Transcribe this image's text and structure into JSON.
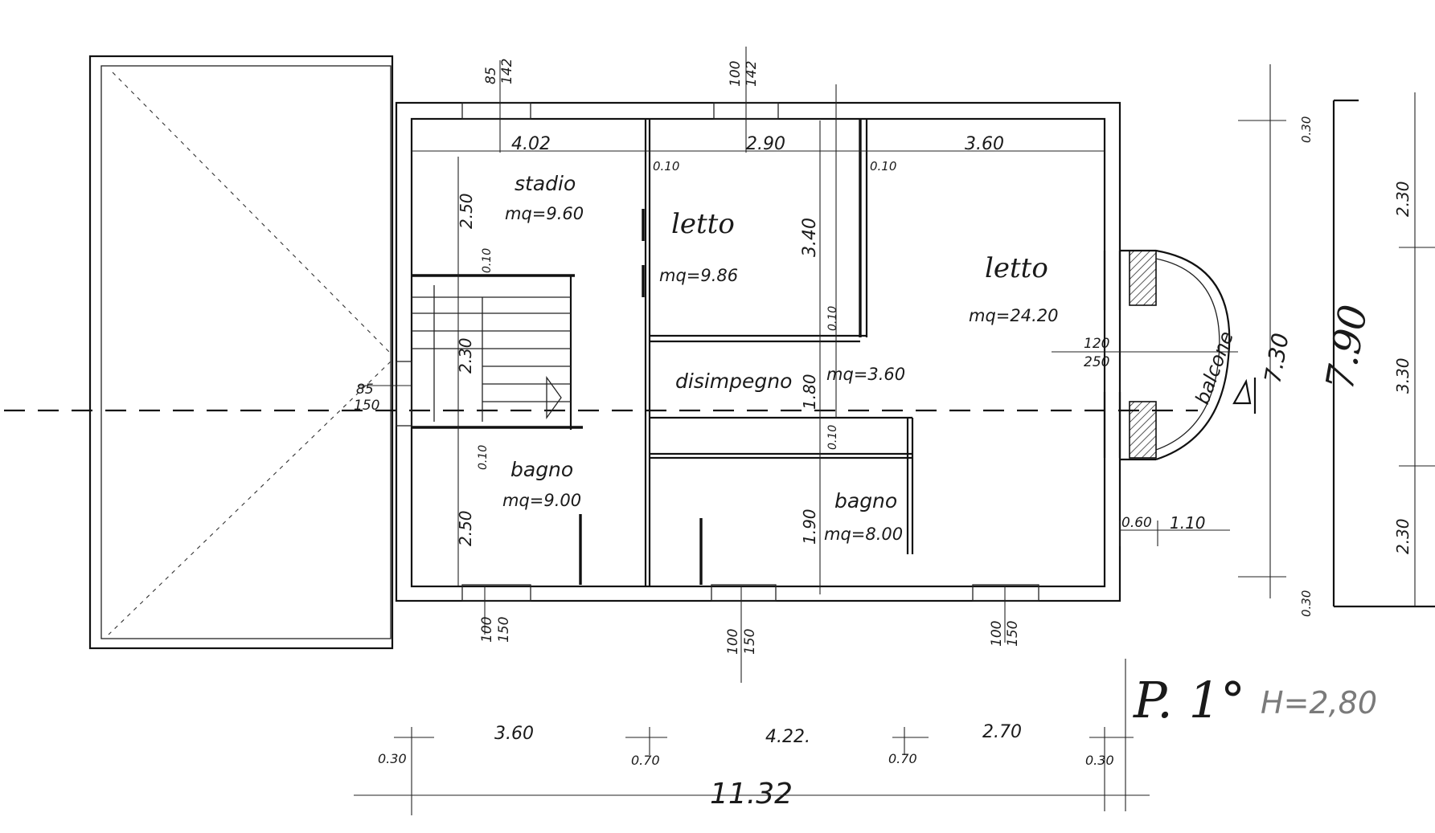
{
  "rooms": {
    "studio": {
      "name": "stadio",
      "area": "mq=9.60"
    },
    "letto1": {
      "name": "letto",
      "area": "mq=9.86"
    },
    "letto2": {
      "name": "letto",
      "area": "mq=24.20"
    },
    "disimpegno": {
      "name": "disimpegno",
      "area": "mq=3.60"
    },
    "bagno1": {
      "name": "bagno",
      "area": "mq=9.00"
    },
    "bagno2": {
      "name": "bagno",
      "area": "mq=8.00"
    },
    "balcone": {
      "name": "balcone"
    }
  },
  "dims": {
    "top_402": "4.02",
    "top_290": "2.90",
    "top_360": "3.60",
    "h_010_a": "0.10",
    "h_010_b": "0.10",
    "h_010_c": "0.10",
    "h_010_d": "0.10",
    "h_010_e": "0.10",
    "h_010_f": "0.10",
    "v_250_studio": "2.50",
    "v_230_stair": "2.30",
    "v_250_bagno": "2.50",
    "v_340": "3.40",
    "v_180": "1.80",
    "v_190": "1.90",
    "v_730": "7.30",
    "right_030_top": "0.30",
    "right_230_top": "2.30",
    "right_330": "3.30",
    "right_230_bot": "2.30",
    "right_030_bot": "0.30",
    "big_790": "7.90",
    "b_360": "3.60",
    "b_422": "4.22.",
    "b_270": "2.70",
    "b_030_l": "0.30",
    "b_070_a": "0.70",
    "b_070_b": "0.70",
    "b_030_r": "0.30",
    "total": "11.32",
    "side_060": "0.60",
    "side_110": "1.10"
  },
  "openings": {
    "w_top_left_a": "85",
    "w_top_left_b": "142",
    "w_top_mid_a": "100",
    "w_top_mid_b": "142",
    "w_left_a": "85",
    "w_left_b": "150",
    "w_right_a": "120",
    "w_right_b": "250",
    "w_bot_left_a": "100",
    "w_bot_left_b": "150",
    "w_bot_mid_a": "100",
    "w_bot_mid_b": "150",
    "w_bot_right_a": "100",
    "w_bot_right_b": "150"
  },
  "floor": {
    "label": "P. 1°",
    "height": "H=2,80"
  }
}
